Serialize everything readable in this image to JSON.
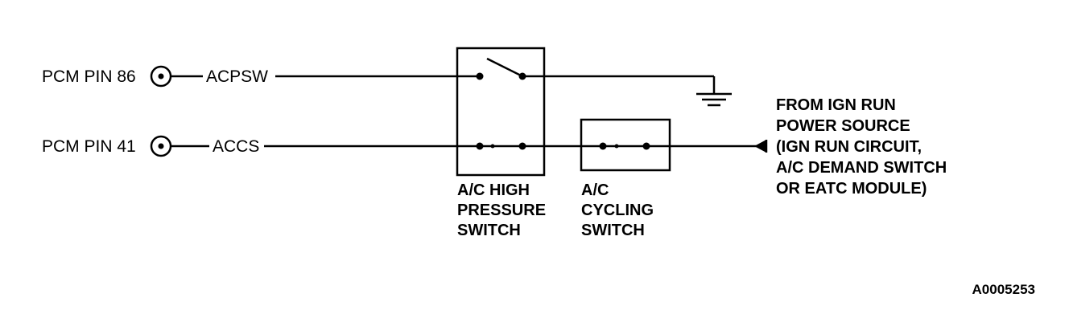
{
  "pins": [
    {
      "pin_label": "PCM PIN 86",
      "signal": "ACPSW"
    },
    {
      "pin_label": "PCM PIN 41",
      "signal": "ACCS"
    }
  ],
  "switches": {
    "high_pressure": {
      "lines": [
        "A/C HIGH",
        "PRESSURE",
        "SWITCH"
      ]
    },
    "cycling": {
      "lines": [
        "A/C",
        "CYCLING",
        "SWITCH"
      ]
    }
  },
  "power_source": {
    "lines": [
      "FROM IGN RUN",
      "POWER SOURCE",
      "(IGN RUN CIRCUIT,",
      "A/C DEMAND SWITCH",
      "OR EATC MODULE)"
    ]
  },
  "figure_id": "A0005253",
  "colors": {
    "line": "#000000",
    "background": "#ffffff"
  }
}
